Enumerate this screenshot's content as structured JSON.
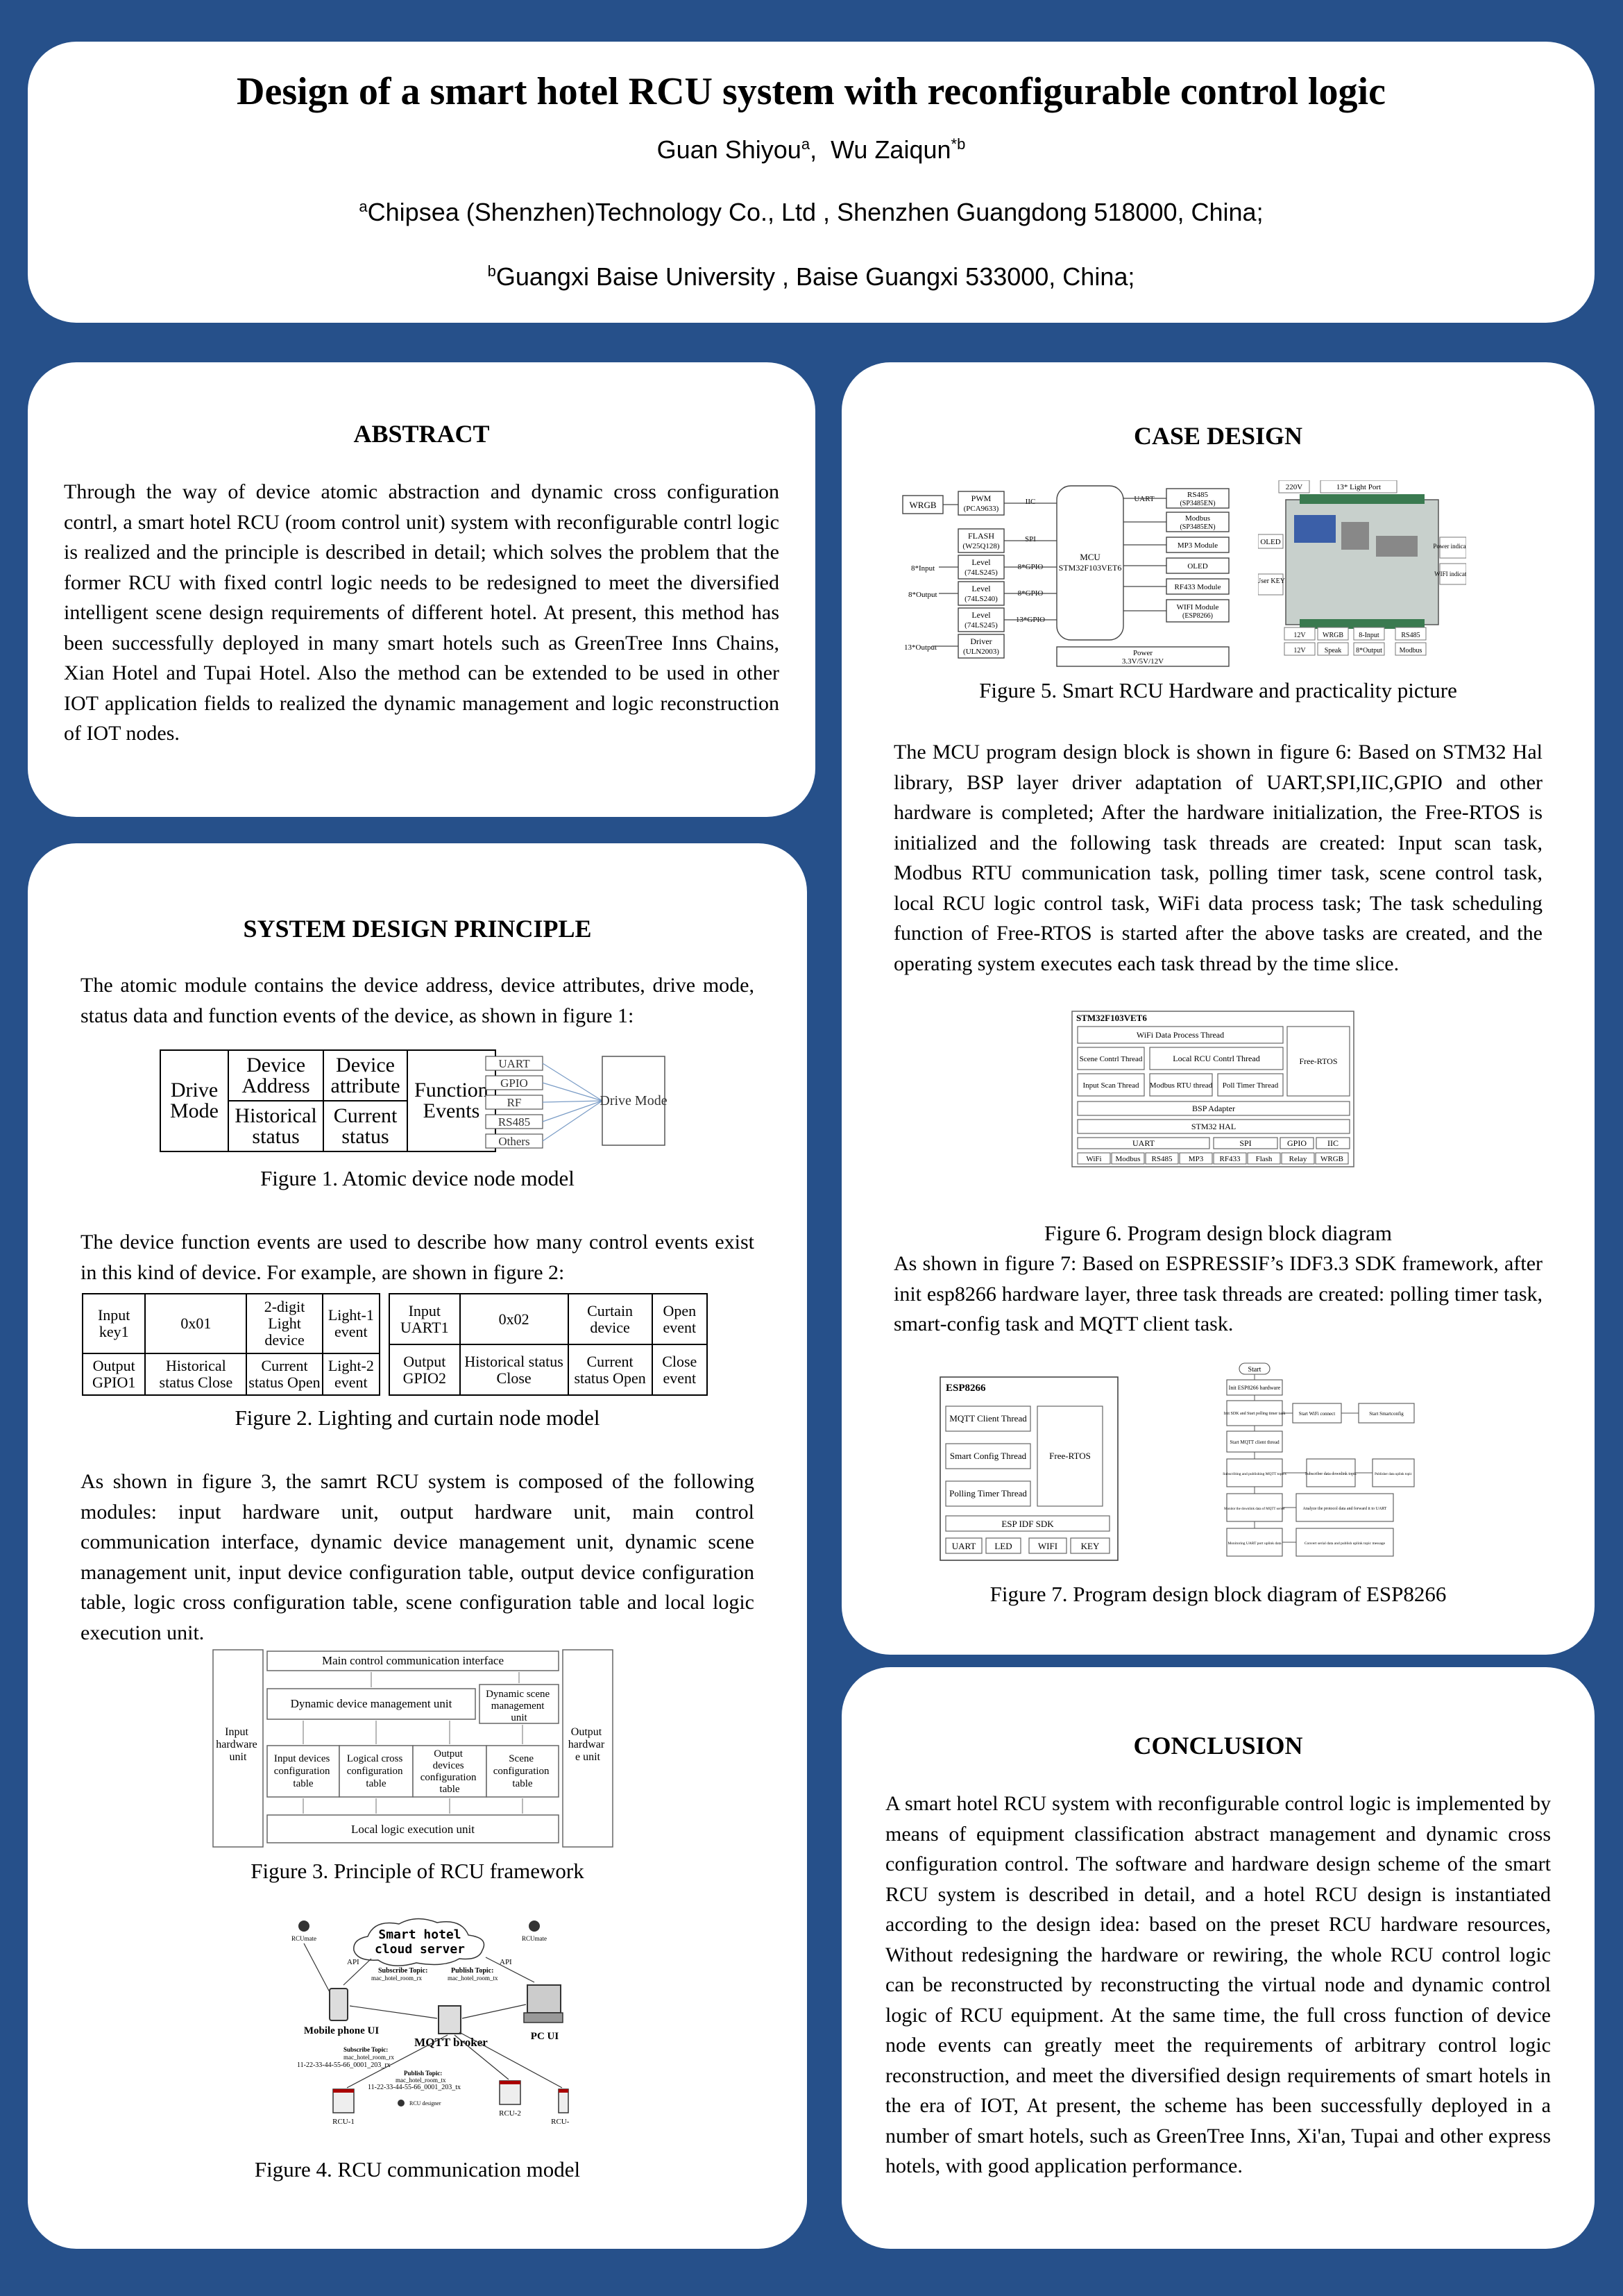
{
  "header": {
    "title": "Design of a smart hotel RCU system with reconfigurable control logic",
    "author1": "Guan Shiyou",
    "author1_sup": "a",
    "author_sep": ",  ",
    "author2": "Wu Zaiqun",
    "author2_sup": "*b",
    "aff_a_sup": "a",
    "aff_a": "Chipsea (Shenzhen)Technology Co., Ltd , Shenzhen Guangdong 518000, China;",
    "aff_b_sup": "b",
    "aff_b": "Guangxi Baise University , Baise Guangxi 533000, China;"
  },
  "abstract": {
    "heading": "ABSTRACT",
    "text": "Through the way of device atomic abstraction and dynamic cross configuration contrl, a smart hotel RCU (room control unit) system with reconfigurable contrl logic is realized and the principle is described in detail; which solves the problem that the former RCU with fixed contrl logic needs to be redesigned to meet the diversified intelligent scene design requirements of different hotel. At present, this method has been successfully deployed in many smart hotels such as GreenTree Inns Chains, Xian Hotel and Tupai Hotel. Also the method can be extended to be used in other IOT application fields to realized the dynamic management and logic reconstruction of IOT nodes."
  },
  "principle": {
    "heading": "SYSTEM DESIGN PRINCIPLE",
    "p1": "The atomic module contains the device address, device attributes, drive mode, status data and function events of the device, as shown in figure 1:",
    "fig1": {
      "drive_mode": "Drive Mode",
      "device_address": "Device Address",
      "device_attribute": "Device attribute",
      "function_events": "Function Events",
      "historical_status": "Historical status",
      "current_status": "Current status",
      "buses": [
        "UART",
        "GPIO",
        "RF",
        "RS485",
        "Others"
      ],
      "drive_mode_box": "Drive Mode",
      "caption": "Figure 1. Atomic device node model"
    },
    "p2": "The device function events are used to describe how many control events exist in this kind of device. For example, are shown in figure 2:",
    "fig2": {
      "left": [
        [
          "Input key1",
          "0x01",
          "2-digit Light device",
          "Light-1 event"
        ],
        [
          "Output GPIO1",
          "Historical status Close",
          "Current status Open",
          "Light-2 event"
        ]
      ],
      "right": [
        [
          "Input UART1",
          "0x02",
          "Curtain device",
          "Open event"
        ],
        [
          "Output GPIO2",
          "Historical status Close",
          "Current status Open",
          "Close event"
        ]
      ],
      "caption": "Figure 2. Lighting and curtain node model"
    },
    "p3": "As shown in figure 3, the samrt RCU system is composed of the following modules: input hardware unit, output hardware unit, main control communication interface, dynamic device management unit, dynamic scene management unit, input device configuration table, output device configuration table, logic cross configuration table, scene configuration table and local logic execution unit.",
    "fig3": {
      "input_hw": "Input hardware unit",
      "output_hw": "Output hardware unit",
      "main_ctrl": "Main control communication interface",
      "dyn_dev": "Dynamic device management unit",
      "dyn_scene": "Dynamic scene management unit",
      "in_cfg": "Input devices configuration table",
      "logic_cfg": "Logical cross configuration table",
      "out_cfg": "Output devices configuration table",
      "scene_cfg": "Scene configuration table",
      "local_exec": "Local logic execution unit",
      "caption": "Figure 3. Principle of RCU framework"
    },
    "fig4": {
      "cloud_line1": "Smart hotel",
      "cloud_line2": "cloud server",
      "api": "API",
      "rcu_icon_label": "RCUmate",
      "sub_topic_label": "Subscribe Topic:",
      "sub_topic_value": "mac_hotel_room_rx",
      "pub_topic_label": "Publish Topic:",
      "pub_topic_value": "mac_hotel_room_tx",
      "mobile_ui": "Mobile phone UI",
      "pc_ui": "PC UI",
      "broker": "MQTT broker",
      "sub2_label": "Subscribe Topic:",
      "sub2_value1": "mac_hotel_room_rx",
      "sub2_value2": "11-22-33-44-55-66_0001_203_rx",
      "pub2_label": "Publish Topic:",
      "pub2_value1": "mac_hotel_room_tx",
      "pub2_value2": "11-22-33-44-55-66_0001_203_tx",
      "rcu_designer": "RCU designer",
      "rcu1": "RCU-1",
      "rcu2": "RCU-2",
      "rcun": "RCU-n",
      "caption": "Figure 4. RCU communication model"
    }
  },
  "case": {
    "heading": "CASE DESIGN",
    "fig5": {
      "wrgb": "WRGB",
      "pwm": "PWM",
      "pwm_chip": "(PCA9633)",
      "flash": "FLASH",
      "flash_chip": "(W25Q128)",
      "level1": "Level",
      "level1_chip": "(74LS245)",
      "level2": "Level",
      "level2_chip": "(74LS240)",
      "level3": "Level",
      "level3_chip": "(74LS245)",
      "driver": "Driver",
      "driver_chip": "(ULN2003)",
      "in8": "8*Input",
      "out8": "8*Output",
      "out13": "13*Output",
      "mcu": "MCU",
      "mcu_chip": "STM32F103VET6",
      "iic": "IIC",
      "spi": "SPI",
      "gpio8": "8*GPIO",
      "gpio8b": "8*GPIO",
      "gpio13": "13*GPIO",
      "uart": "UART",
      "rs485": "RS485",
      "rs485_chip": "(SP3485EN)",
      "modbus": "Modbus",
      "modbus_chip": "(SP3485EN)",
      "mp3": "MP3 Module",
      "oled": "OLED",
      "rf433": "RF433 Module",
      "wifi": "WIFI Module",
      "wifi_chip": "(ESP8266)",
      "power": "Power",
      "power_v": "3.3V/5V/12V",
      "photo_220v": "220V",
      "photo_13light": "13* Light Port",
      "photo_oled": "OLED",
      "photo_userkey": "User KEY",
      "photo_power": "Power indicator",
      "photo_wifi": "WIFI indicator",
      "photo_bottom1": [
        "12V",
        "WRGB",
        "8-Input",
        "RS485"
      ],
      "photo_bottom2": [
        "12V",
        "Speak",
        "8*Output",
        "Modbus"
      ],
      "caption": "Figure 5. Smart RCU Hardware and practicality picture"
    },
    "p1": "The MCU program design block is shown in figure 6: Based on STM32 Hal library, BSP layer driver adaptation of UART,SPI,IIC,GPIO and other hardware is completed; After the hardware initialization, the Free-RTOS is initialized and the following task threads are created: Input scan task, Modbus RTU communication task, polling timer task, scene control task, local RCU logic control task, WiFi data process task; The task scheduling function of Free-RTOS is started after the above tasks are created, and the operating system executes each task thread by the time slice.",
    "fig6": {
      "chip": "STM32F103VET6",
      "wifi_thread": "WiFi Data Process Thread",
      "scene_thread": "Scene Contrl Thread",
      "local_thread": "Local RCU Contrl Thread",
      "input_thread": "Input Scan Thread",
      "modbus_thread": "Modbus RTU thread",
      "poll_thread": "Poll Timer Thread",
      "freertos": "Free-RTOS",
      "bsp": "BSP Adapter",
      "hal": "STM32 HAL",
      "uart": "UART",
      "spi": "SPI",
      "gpio": "GPIO",
      "iic": "IIC",
      "periph": [
        "WiFi",
        "Modbus",
        "RS485",
        "MP3",
        "RF433",
        "Flash",
        "Relay",
        "WRGB"
      ],
      "caption": "Figure 6. Program design block diagram"
    },
    "p2": "As shown in figure 7: Based on ESPRESSIF’s IDF3.3 SDK framework, after init esp8266 hardware layer, three task threads are created: polling timer task, smart-config task and MQTT client task.",
    "fig7": {
      "chip": "ESP8266",
      "mqtt": "MQTT Client Thread",
      "smartcfg": "Smart Config Thread",
      "poll": "Polling Timer Thread",
      "freertos": "Free-RTOS",
      "sdk": "ESP IDF SDK",
      "periph": [
        "UART",
        "LED",
        "WIFI",
        "KEY"
      ],
      "flow": {
        "start": "Start",
        "init": "Init ESP8266 hardware",
        "init_sdk": "Init SDK and Start polling timer task",
        "start_wifi": "Start WiFi connect",
        "start_smart": "Start Smartconfig",
        "start_mqtt": "Start MQTT client thread",
        "sub_pub": "Subscribing and publishing MQTT topics",
        "sub_down": "Subscriber data downlink topic",
        "pub_up": "Publisher data uplink topic",
        "monitor": "Monitor the downlink data of MQTT server",
        "analyse": "Analyze the protocol data and forward it to UART",
        "monitor_uart": "Monitoring UART port uplink data",
        "convert": "Convert serial data and publish uplink topic message"
      },
      "caption": "Figure 7. Program design block diagram of ESP8266"
    }
  },
  "conclusion": {
    "heading": "CONCLUSION",
    "text": "A smart hotel RCU system with reconfigurable control logic is implemented by means of equipment classification abstract management and dynamic cross configuration control. The software and hardware design scheme of the smart RCU system is described in detail, and a hotel RCU design is instantiated according to the design idea: based on the preset RCU hardware resources, Without redesigning the hardware or rewiring, the whole RCU control logic can be reconstructed by reconstructing the virtual node and dynamic control logic of RCU equipment. At the same time, the full cross function of device node events can greatly meet the requirements of arbitrary control logic reconstruction, and meet the diversified design requirements of smart hotels in the era of IOT, At present, the scheme has been successfully deployed in a number of smart hotels, such as GreenTree Inns, Xi'an, Tupai and other express hotels, with good application performance."
  }
}
